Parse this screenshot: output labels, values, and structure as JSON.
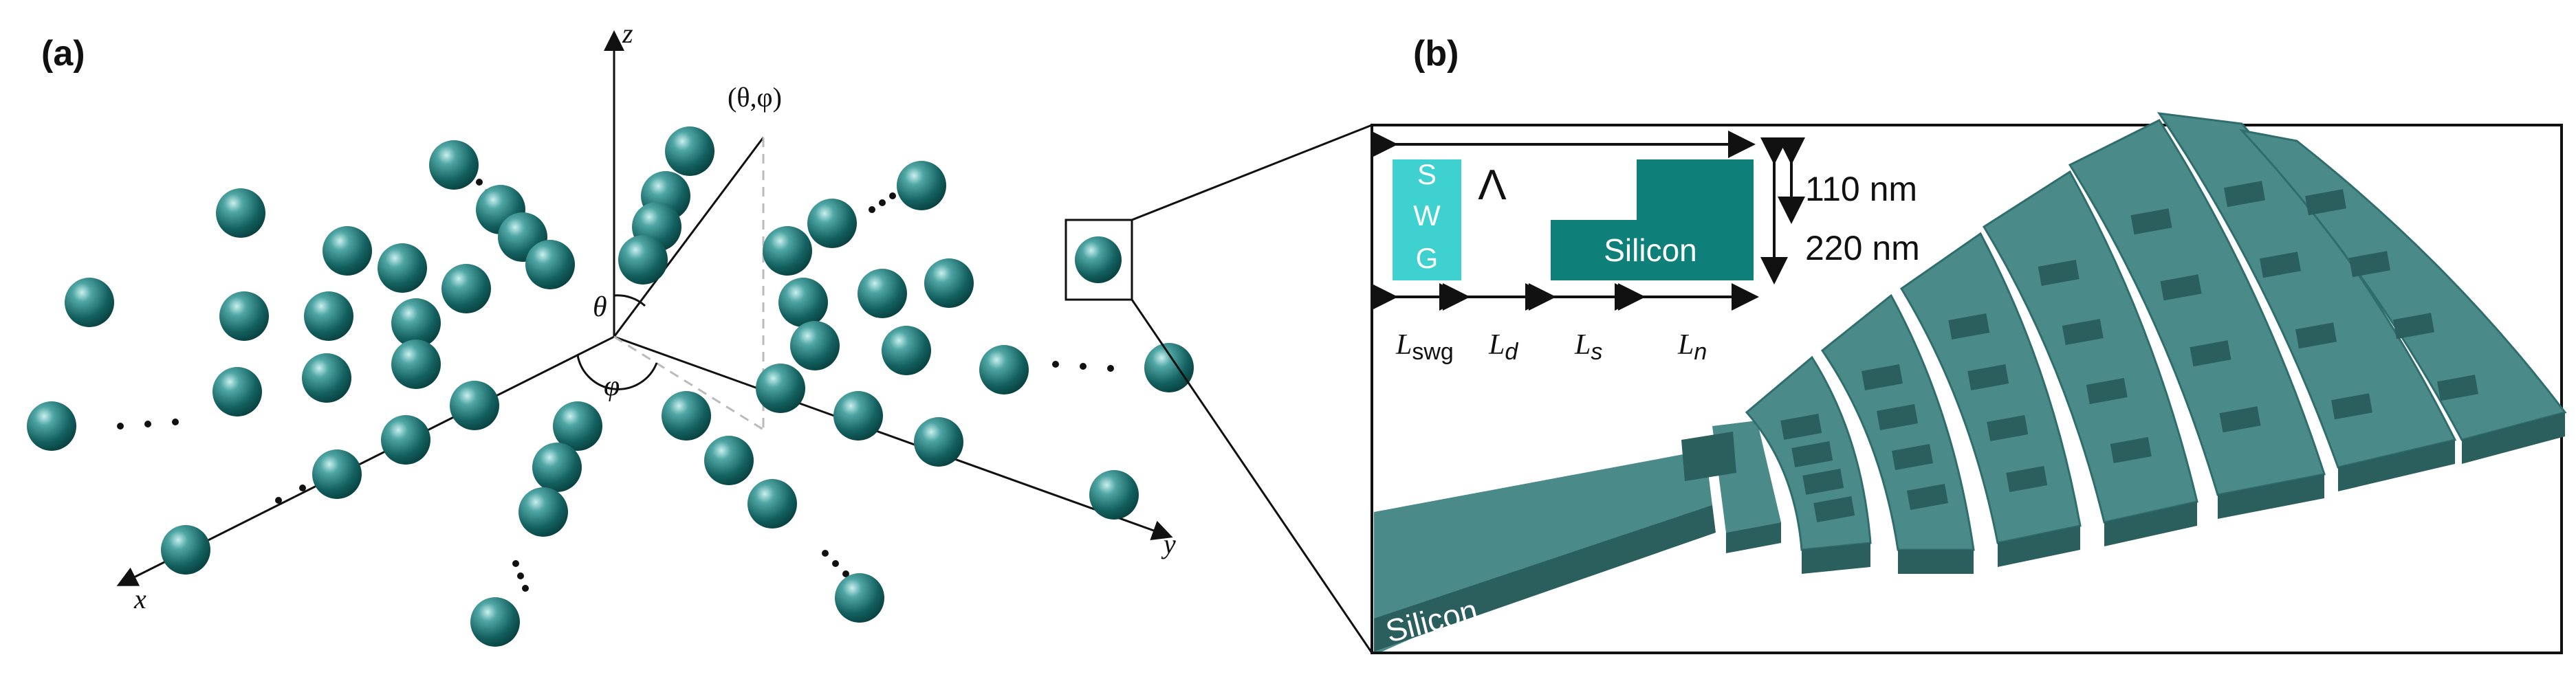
{
  "panel_a": {
    "label": "(a)",
    "axes": {
      "x": "x",
      "y": "y",
      "z": "z"
    },
    "theta": "θ",
    "phi": "φ",
    "direction": "(θ,φ)"
  },
  "panel_b": {
    "label": "(b)",
    "swg_letters": [
      "S",
      "W",
      "G"
    ],
    "lambda": "Λ",
    "silicon_block_label": "Silicon",
    "etch_depth": "110 nm",
    "thickness": "220 nm",
    "dims": [
      {
        "main": "L",
        "sub": "swg"
      },
      {
        "main": "L",
        "sub": "d"
      },
      {
        "main": "L",
        "sub": "s"
      },
      {
        "main": "L",
        "sub": "n"
      }
    ],
    "substrate_label": "Silicon"
  },
  "colors": {
    "sphere": "#1d7a7a",
    "swg": "#3fd0d0",
    "silicon_block": "#0f7f7a",
    "waveguide_top": "#4a8a88",
    "waveguide_side": "#2b5f5d"
  }
}
